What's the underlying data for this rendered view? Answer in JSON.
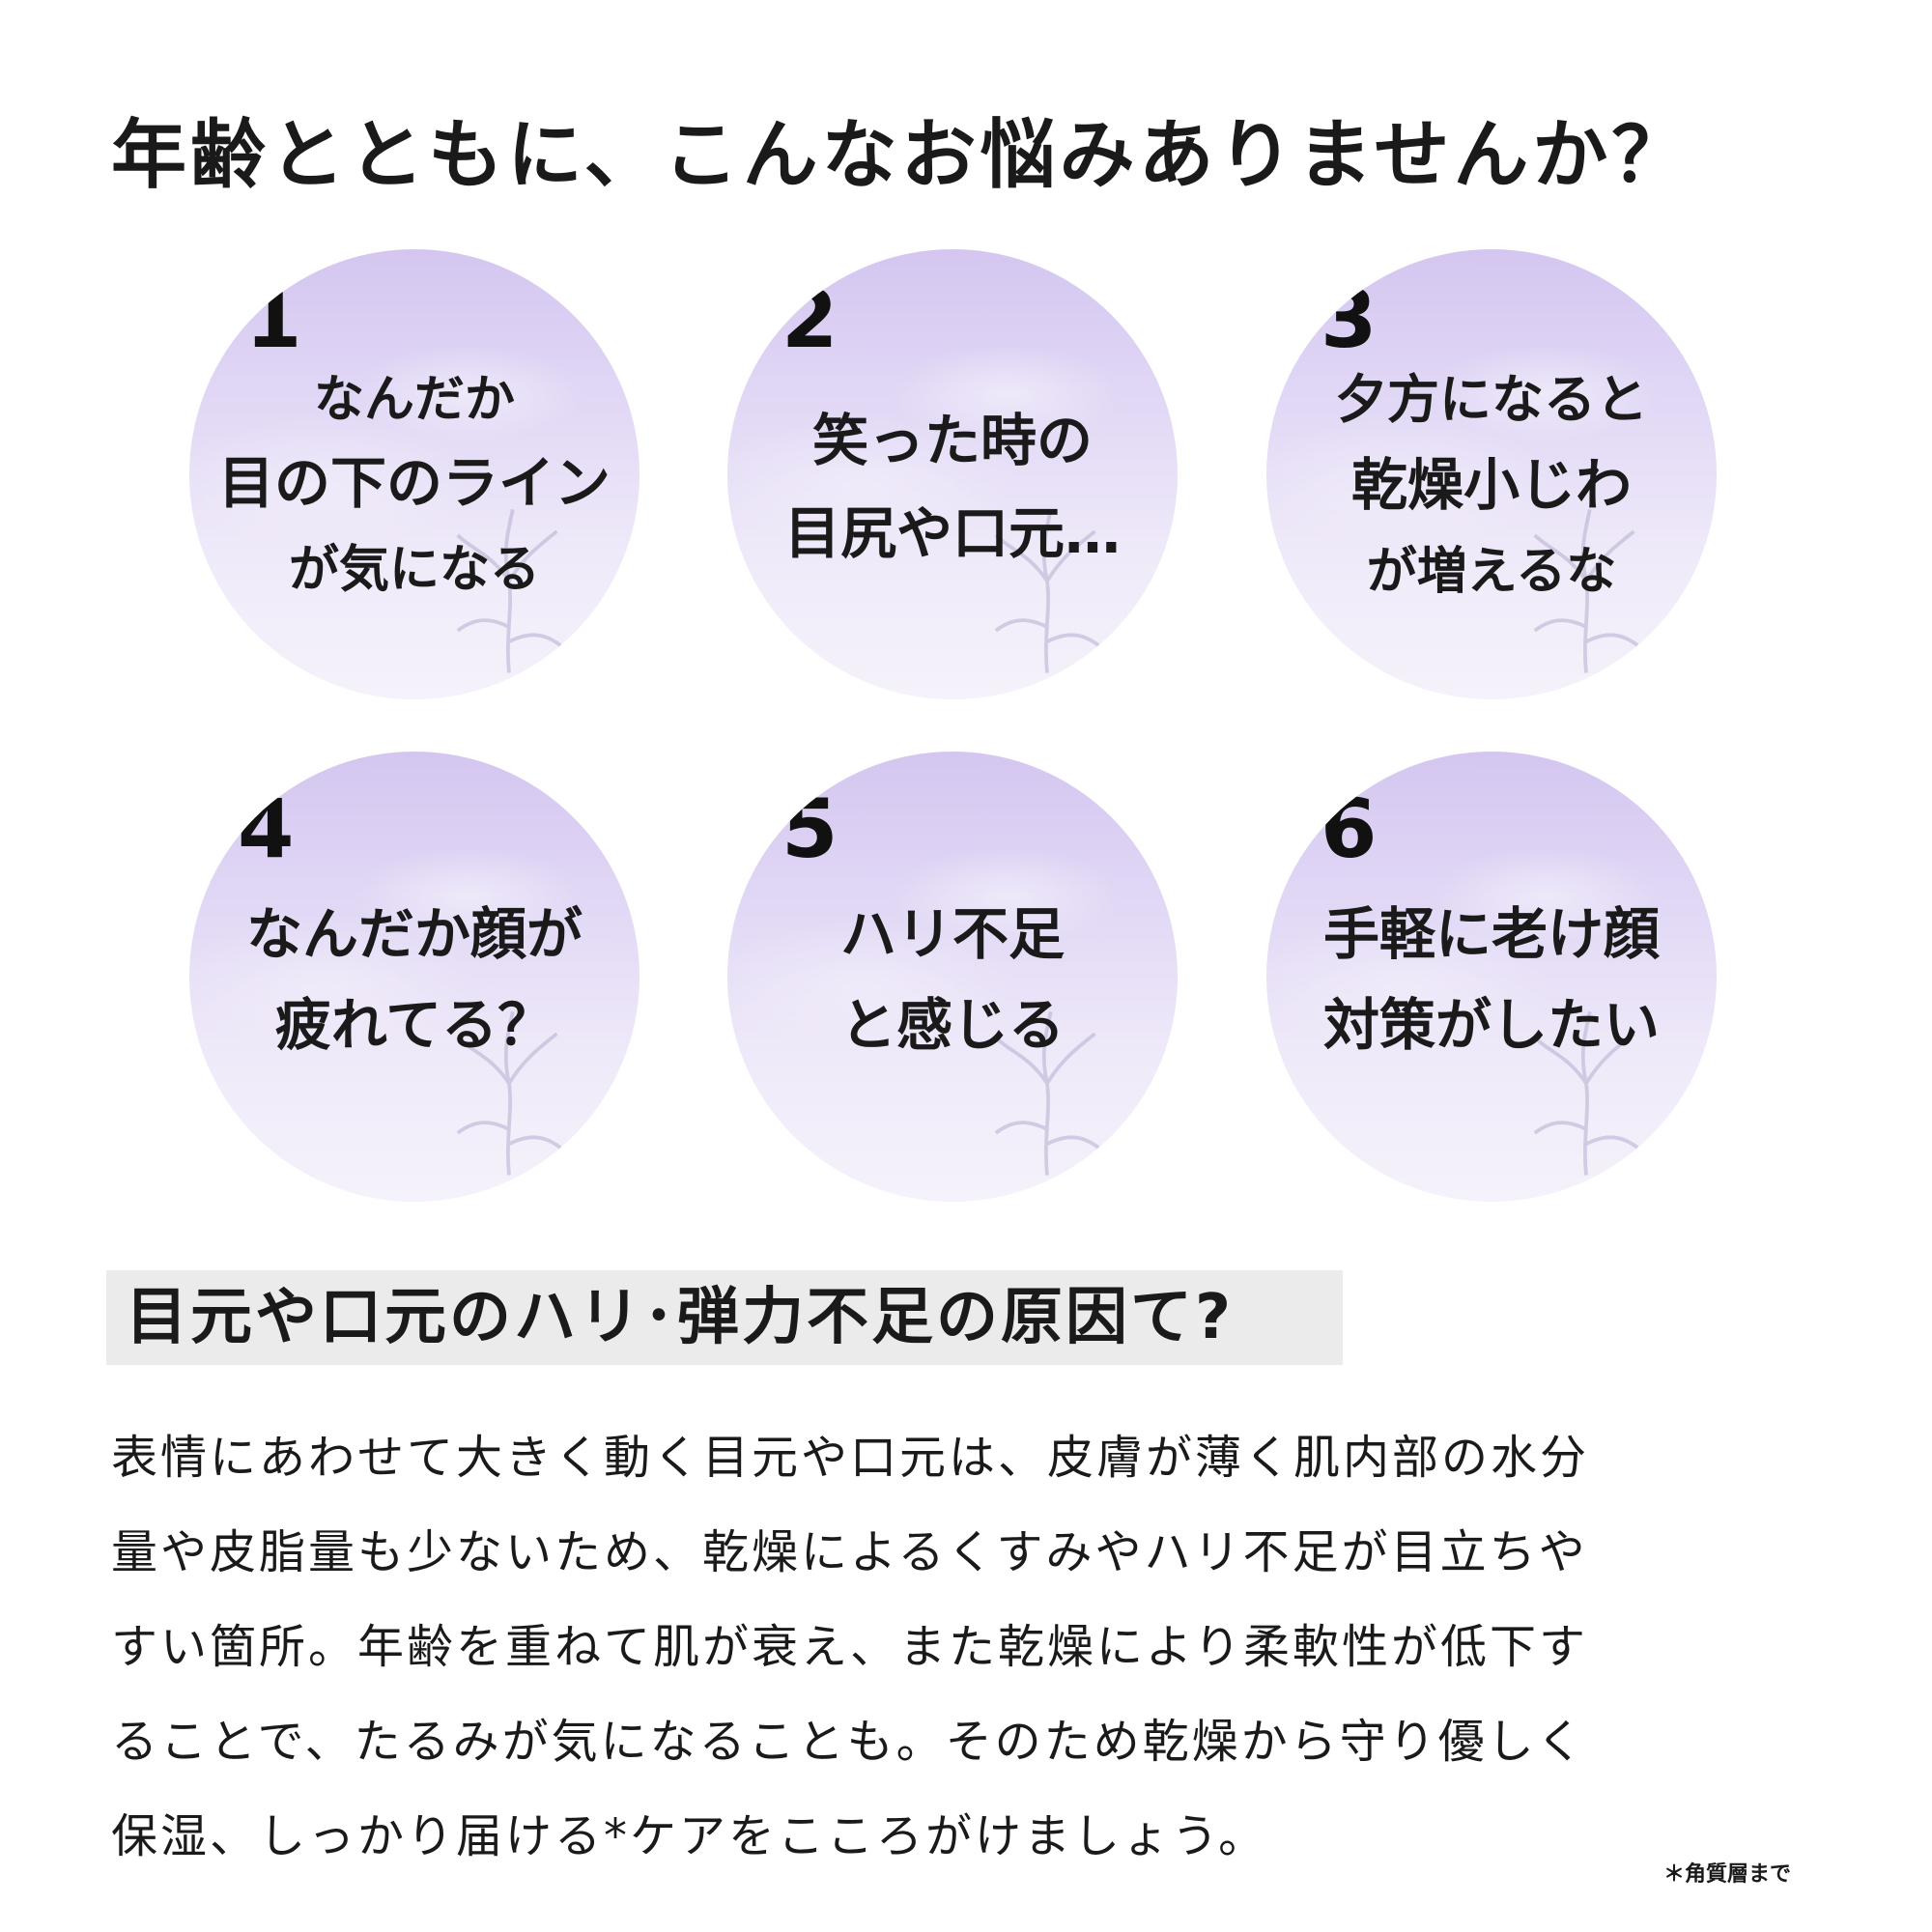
{
  "title": "年齢とともに、こんなお悩みありませんか？",
  "concerns": [
    {
      "number": "1",
      "lines": [
        "なんだか",
        "目の下のライン",
        "が気になる"
      ]
    },
    {
      "number": "2",
      "lines": [
        "笑った時の",
        "目尻や口元…"
      ]
    },
    {
      "number": "3",
      "lines": [
        "夕方になると",
        "乾燥小じわ",
        "が増えるな"
      ]
    },
    {
      "number": "4",
      "lines": [
        "なんだか顔が",
        "疲れてる？"
      ]
    },
    {
      "number": "5",
      "lines": [
        "ハリ不足",
        "と感じる"
      ]
    },
    {
      "number": "6",
      "lines": [
        "手軽に老け顔",
        "対策がしたい"
      ]
    }
  ],
  "subheading": "目元や口元のハリ･弾力不足の原因て?",
  "body_lines": [
    "表情にあわせて大きく動く目元や口元は、皮膚が薄く肌内部の水分",
    "量や皮脂量も少ないため、乾燥によるくすみやハリ不足が目立ちや",
    "すい箇所。年齢を重ねて肌が衰え、また乾燥により柔軟性が低下す",
    "ることで、たるみが気になることも。そのため乾燥から守り優しく",
    "保湿、しっかり届ける*ケアをこころがけましょう。"
  ],
  "footnote": "＊角質層まで"
}
